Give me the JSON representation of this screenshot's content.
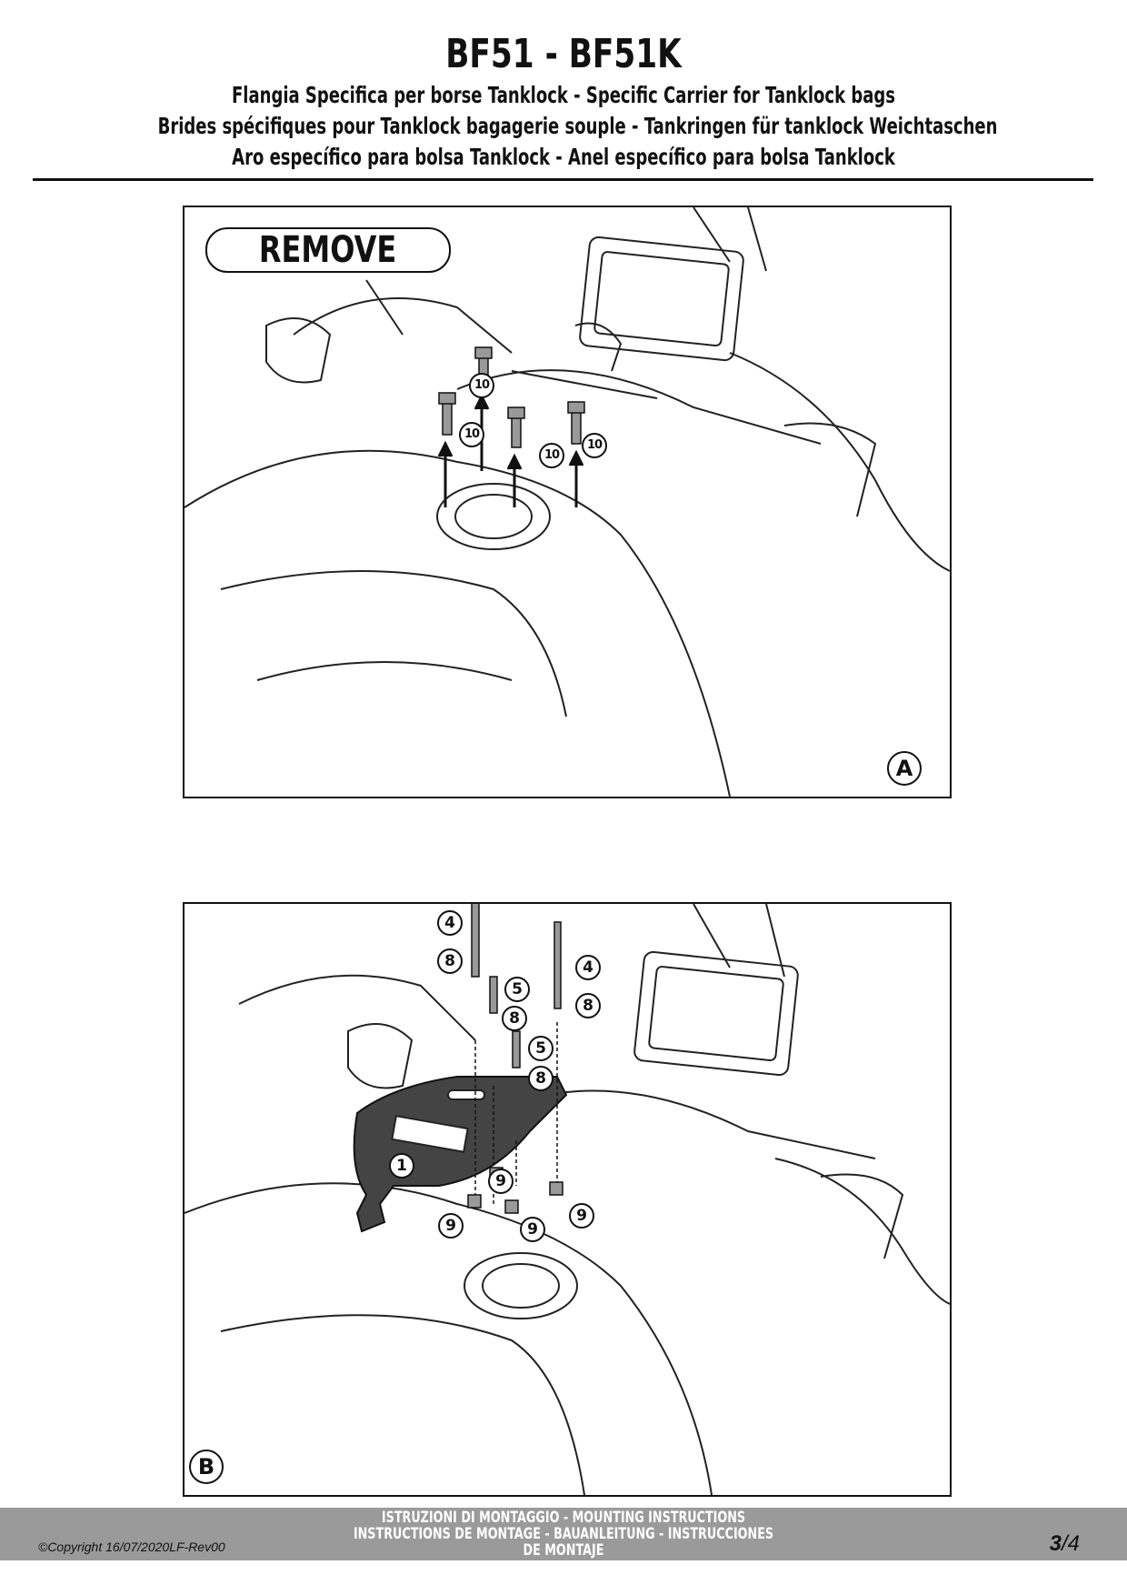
{
  "header": {
    "title": "BF51 - BF51K",
    "subtitles": [
      "Flangia Specifica per borse Tanklock - Specific Carrier for Tanklock bags",
      "Brides spécifiques pour Tanklock bagagerie souple - Tankringen für tanklock Weichtaschen",
      "Aro específico para bolsa Tanklock - Anel específico para bolsa Tanklock"
    ]
  },
  "panel_a": {
    "label": "A",
    "action": "REMOVE",
    "callouts": [
      "10",
      "10",
      "10",
      "10"
    ]
  },
  "panel_b": {
    "label": "B",
    "callouts": [
      "4",
      "8",
      "5",
      "8",
      "5",
      "8",
      "4",
      "8",
      "1",
      "9",
      "9",
      "9",
      "9"
    ]
  },
  "footer": {
    "instructions": [
      "ISTRUZIONI DI MONTAGGIO  -  MOUNTING INSTRUCTIONS",
      "INSTRUCTIONS DE MONTAGE - BAUANLEITUNG - INSTRUCCIONES",
      "DE MONTAJE"
    ],
    "copyright": "©Copyright 16/07/2020LF-Rev00",
    "page_current": "3",
    "page_total": "/4"
  }
}
